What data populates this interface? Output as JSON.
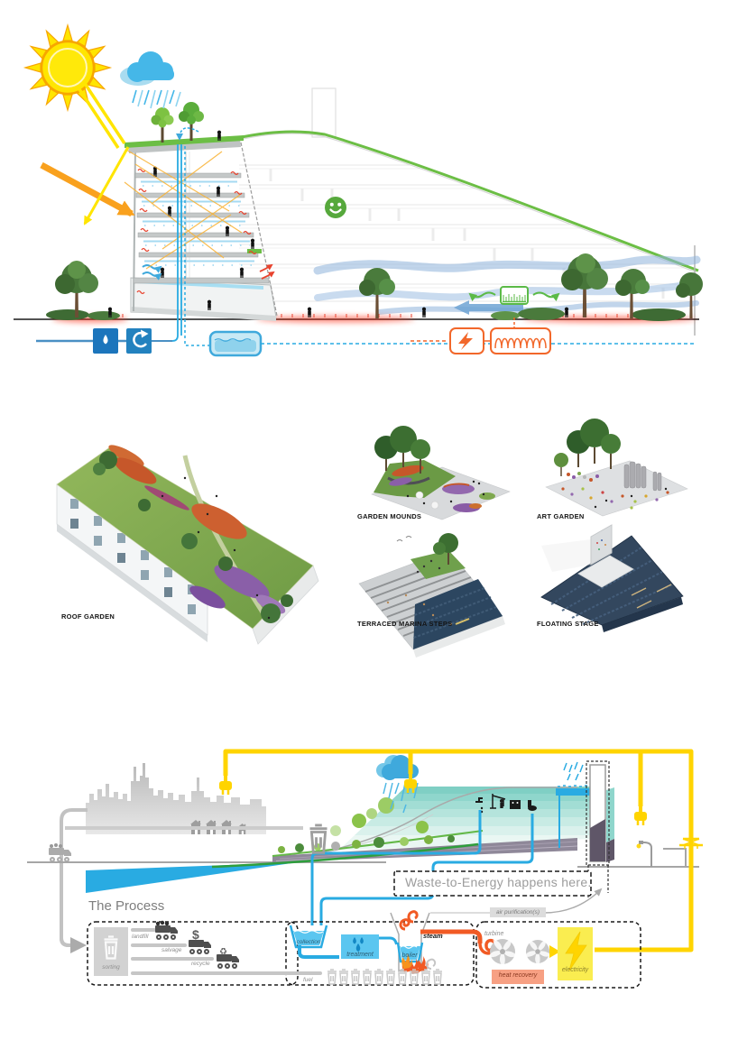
{
  "poster": {
    "background": "#FFFFFF"
  },
  "top_diagram": {
    "name": "building sustainability section",
    "icons": [
      "sun-icon",
      "rain-cloud-icon",
      "roof-trees-icon",
      "smiley-face-icon",
      "airflow-ribbon",
      "vent-grass-icon",
      "water-drop-icon",
      "water-recycle-icon",
      "water-tank-icon",
      "power-bolt-icon",
      "heating-coil-icon"
    ],
    "colors": {
      "sun_yellow": "#FFE500",
      "sun_outline": "#F7A600",
      "rain_cloud_blue": "#45B7E8",
      "roof_green": "#6CBE45",
      "smiley_green": "#56A83C",
      "water_blue": "#29ABE2",
      "deep_water_blue": "#1C75BC",
      "heat_red": "#E8432E",
      "energy_orange": "#F2672A",
      "airflow_blue": "#8FB4DC"
    }
  },
  "garden_typologies": {
    "items": [
      {
        "label": "ROOF GARDEN"
      },
      {
        "label": "GARDEN MOUNDS"
      },
      {
        "label": "ART GARDEN"
      },
      {
        "label": "TERRACED MARINA STEPS"
      },
      {
        "label": "FLOATING STAGE"
      }
    ]
  },
  "process_diagram": {
    "title": "The Process",
    "callout": "Waste-to-Energy happens here.",
    "labels": {
      "sorting": "sorting",
      "landfill": "landfill",
      "salvage": "salvage",
      "recycle": "recycle",
      "fuel": "fuel",
      "collection": "collection",
      "treatment": "treatment",
      "boiler": "boiler",
      "steam": "steam",
      "air_purification": "air purification(s)",
      "turbine": "turbine",
      "heat_recovery": "heat recovery",
      "electricity": "electricity"
    },
    "truck_badges": {
      "salvage": "$",
      "recycle": "♻"
    },
    "colors": {
      "cable_yellow": "#FFD400",
      "water_blue": "#29ABE2",
      "steam_orange": "#F15A24",
      "heat_recovery": "#F7A083",
      "electricity_fill": "#FAED50",
      "city_gray": "#B9B9B9"
    }
  }
}
